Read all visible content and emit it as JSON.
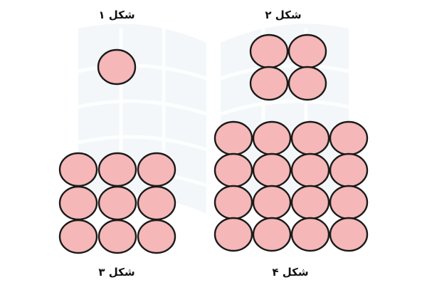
{
  "colors": {
    "circle_fill": "#f5b7b7",
    "circle_stroke": "#1a1a1a",
    "watermark": "#eaf0f6",
    "text": "#111111"
  },
  "figures": [
    {
      "label": "شکل ۱",
      "rows": 1,
      "cols": 1
    },
    {
      "label": "شکل ۲",
      "rows": 2,
      "cols": 2
    },
    {
      "label": "شکل ۳",
      "rows": 3,
      "cols": 3
    },
    {
      "label": "شکل ۴",
      "rows": 4,
      "cols": 4
    }
  ]
}
